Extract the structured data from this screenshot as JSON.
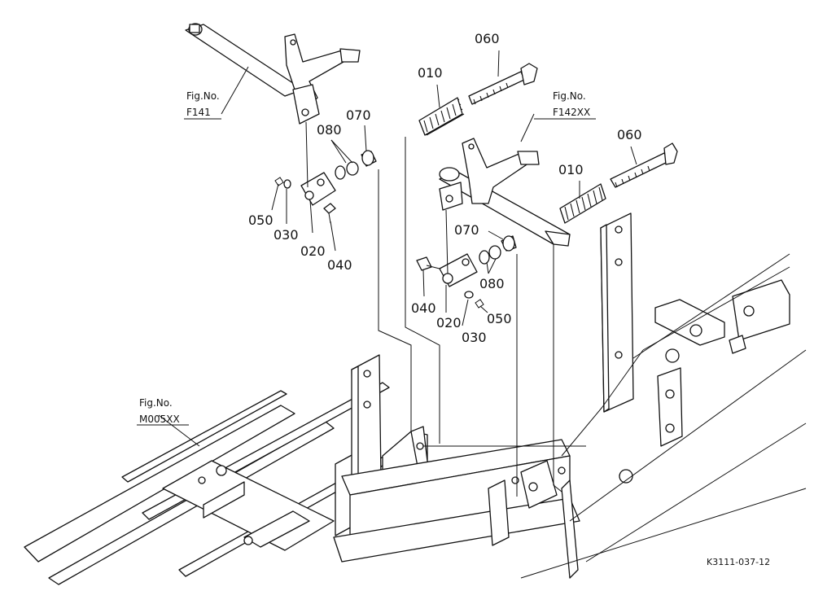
{
  "callouts": {
    "left": {
      "fig_f141": {
        "line1": "Fig.No.",
        "line2": "F141"
      },
      "p080": "080",
      "p070": "070",
      "p050": "050",
      "p030": "030",
      "p020": "020",
      "p040": "040"
    },
    "right": {
      "fig_f142": {
        "line1": "Fig.No.",
        "line2": "F142XX"
      },
      "p010_top": "010",
      "p060_top": "060",
      "p010": "010",
      "p060": "060",
      "p070": "070",
      "p080": "080",
      "p040": "040",
      "p020": "020",
      "p030": "030",
      "p050": "050"
    },
    "frame": {
      "fig_m005": {
        "line1": "Fig.No.",
        "line2": "M005XX"
      }
    }
  },
  "drawing_code": "K3111-037-12",
  "colors": {
    "ink": "#111111",
    "paper": "#ffffff"
  }
}
